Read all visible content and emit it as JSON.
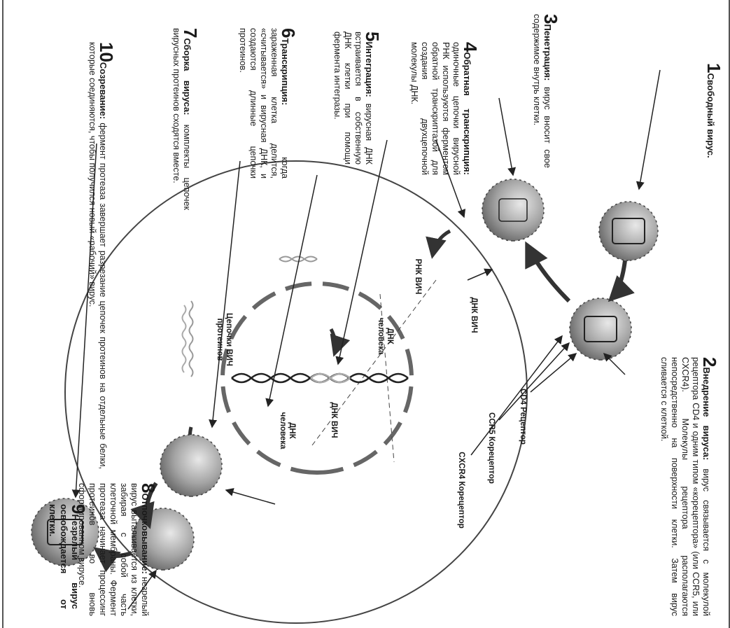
{
  "steps": [
    {
      "num": "1",
      "title": "Свободный вирус.",
      "text": ""
    },
    {
      "num": "2",
      "title": "Внедрение вируса:",
      "text": "вирус связывается с молекулой рецептора CD4 и одним типом «корецептора» (или CCR5, или CXCR4). Молекулы рецептора располагаются непосредственно на поверхности клетки. Затем вирус сливается с клеткой."
    },
    {
      "num": "3",
      "title": "Пенетрация:",
      "text": "вирус вносит свое содержимое внутрь клетки."
    },
    {
      "num": "4",
      "title": "Обратная транскрипция:",
      "text": "одиночные цепочки вирусной РНК используются ферментом обратной транскриптазой для создания двухцепочной молекулы ДНК."
    },
    {
      "num": "5",
      "title": "Интеграция:",
      "text": "вирусная ДНК встраивается в собственную ДНК клетки при помощи фермента интегразы."
    },
    {
      "num": "6",
      "title": "Транскрипция:",
      "text": "когда зараженная клетка делится, «считывается» и вирусная ДНК, и создаются длинные цепочки протеинов."
    },
    {
      "num": "7",
      "title": "Сборка вируса:",
      "text": "комплекты цепочек вирусных протеинов сходятся вместе."
    },
    {
      "num": "8",
      "title": "Отпочковывание:",
      "text": "незрелый вирус выталкивается из клетки, забирая с собой часть клеточной мембраны. Фермент протеаза начинает процессинг протеинов во вновь сформированном вирусе."
    },
    {
      "num": "9",
      "title": "Незрелый вирус освобождается от клетки.",
      "text": ""
    },
    {
      "num": "10",
      "title": "Созревание:",
      "text": "фермент протеаза завершает разрезание цепочек протеинов на отдельные белки, которые соединяются, чтобы получился новый «рабочий» вирус."
    }
  ],
  "labels": {
    "cd4": "CD4 Рецептор",
    "ccr5": "CCR5 Корецептор",
    "cxcr4": "CXCR4 Корецептор",
    "hiv_dna": "ДНК ВИЧ",
    "hiv_rna": "РНК ВИЧ",
    "human_dna_left": "ДНК человека",
    "human_dna_right": "ДНК человека",
    "hiv_dna_inner": "ДНК ВИЧ",
    "protein_chains": "Цепочки ВИЧ протеинов"
  }
}
